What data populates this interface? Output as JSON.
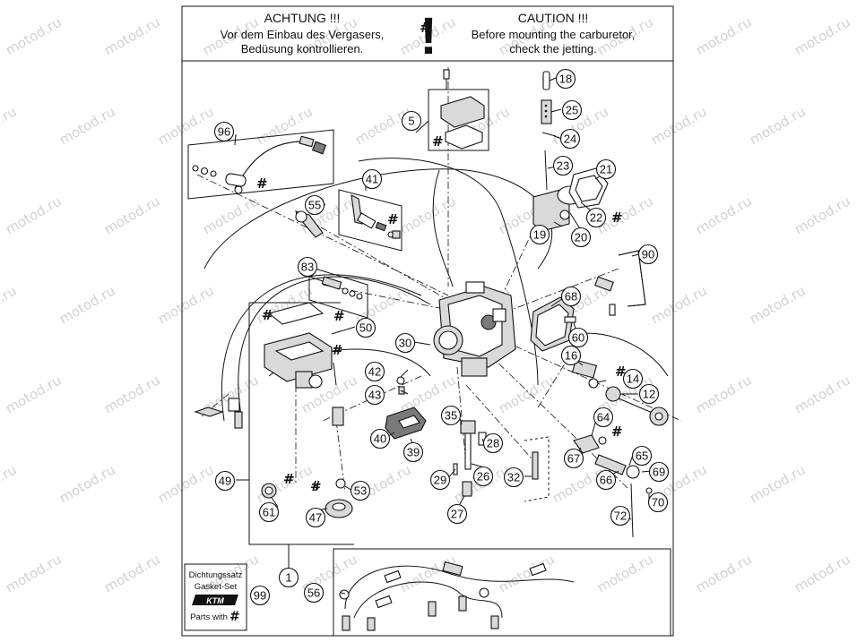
{
  "header": {
    "left_title": "ACHTUNG !!!",
    "left_line1": "Vor dem Einbau des Vergasers,",
    "left_line2": "Bedüsung kontrollieren.",
    "warning_symbol": "!",
    "right_title": "CAUTION !!!",
    "right_line1": "Before mounting the carburetor,",
    "right_line2": "check the jetting."
  },
  "watermark": "motod.ru",
  "hash_symbol": "#",
  "callouts": [
    "1",
    "5",
    "12",
    "14",
    "16",
    "18",
    "19",
    "20",
    "21",
    "22",
    "23",
    "24",
    "25",
    "26",
    "27",
    "28",
    "29",
    "30",
    "32",
    "35",
    "39",
    "40",
    "41",
    "42",
    "43",
    "47",
    "49",
    "50",
    "53",
    "55",
    "56",
    "60",
    "61",
    "64",
    "65",
    "66",
    "67",
    "68",
    "69",
    "70",
    "72",
    "83",
    "90",
    "96",
    "99"
  ],
  "gasket_set": {
    "line1": "Dichtungssatz",
    "line2": "Gasket-Set",
    "brand": "KTM",
    "parts_with": "Parts with",
    "parts_symbol": "#"
  },
  "colors": {
    "ink": "#111111",
    "watermark": "#d2d2d2",
    "part_fill": "#d9d9d9"
  }
}
